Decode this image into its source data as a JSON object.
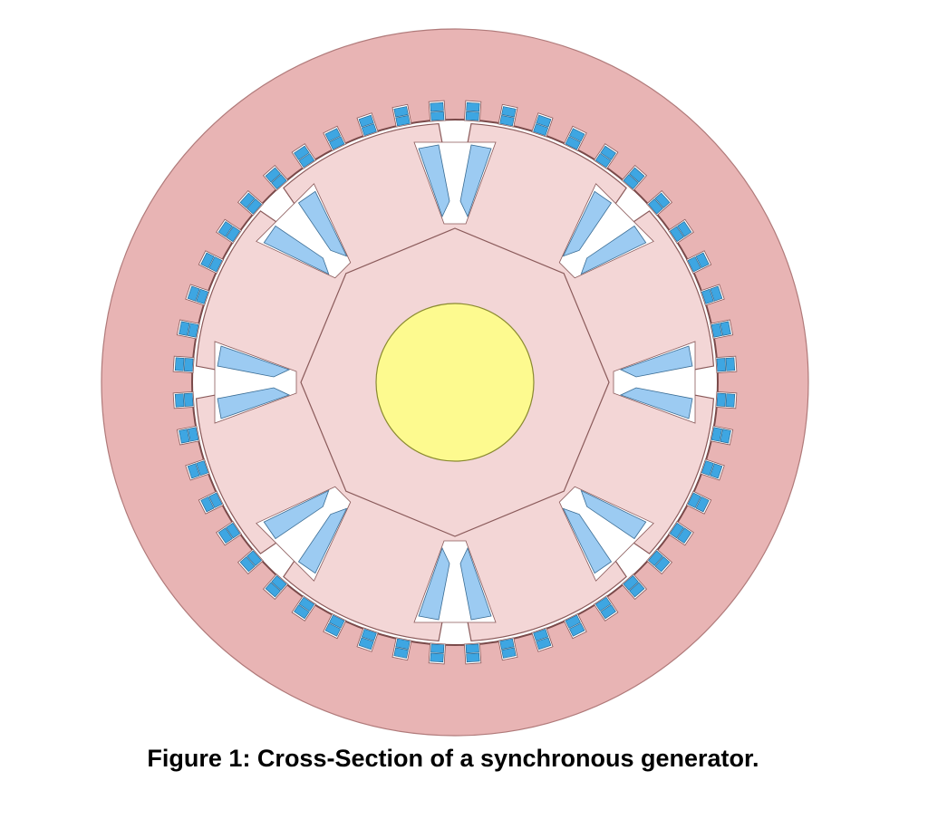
{
  "caption": "Figure 1: Cross-Section of a synchronous generator.",
  "diagram": {
    "stator_slots": 48,
    "rotor_poles": 8,
    "colors": {
      "stator_core": "#e8b4b4",
      "rotor_core": "#f3d6d6",
      "shaft": "#fdfa8f",
      "stator_winding": "#3ea6e2",
      "rotor_winding": "#9ccbf2",
      "outline": "#8a5a5a",
      "air_gap": "#ffffff"
    }
  }
}
